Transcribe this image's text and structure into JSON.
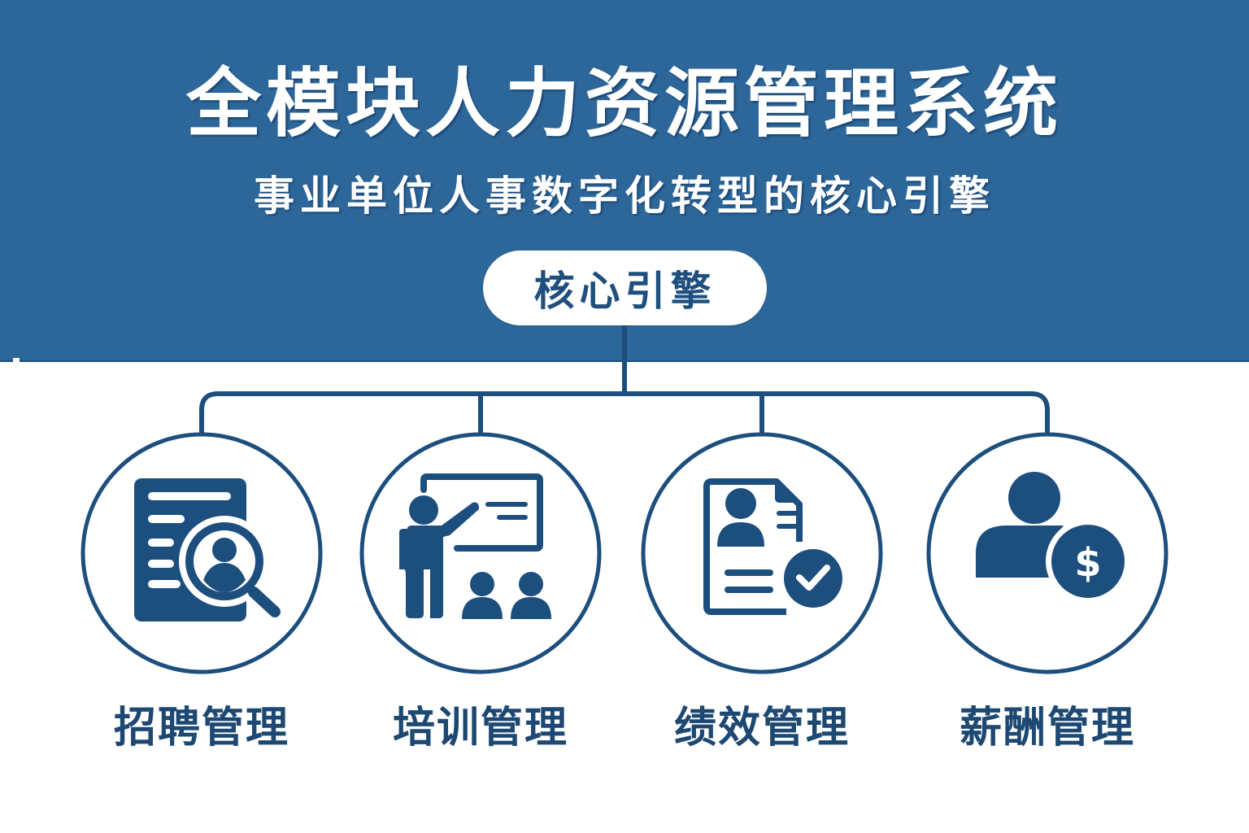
{
  "header": {
    "title": "全模块人力资源管理系统",
    "subtitle": "事业单位人事数字化转型的核心引擎"
  },
  "core": {
    "label": "核心引擎"
  },
  "modules": [
    {
      "label": "招聘管理",
      "icon": "recruitment-document-search-icon"
    },
    {
      "label": "培训管理",
      "icon": "training-presenter-icon"
    },
    {
      "label": "绩效管理",
      "icon": "performance-profile-check-icon"
    },
    {
      "label": "薪酬管理",
      "icon": "compensation-person-dollar-icon"
    }
  ],
  "colors": {
    "banner": "#2D679A",
    "primary": "#1C4E7E",
    "label_text": "#1C4872",
    "background": "#FFFFFF"
  }
}
